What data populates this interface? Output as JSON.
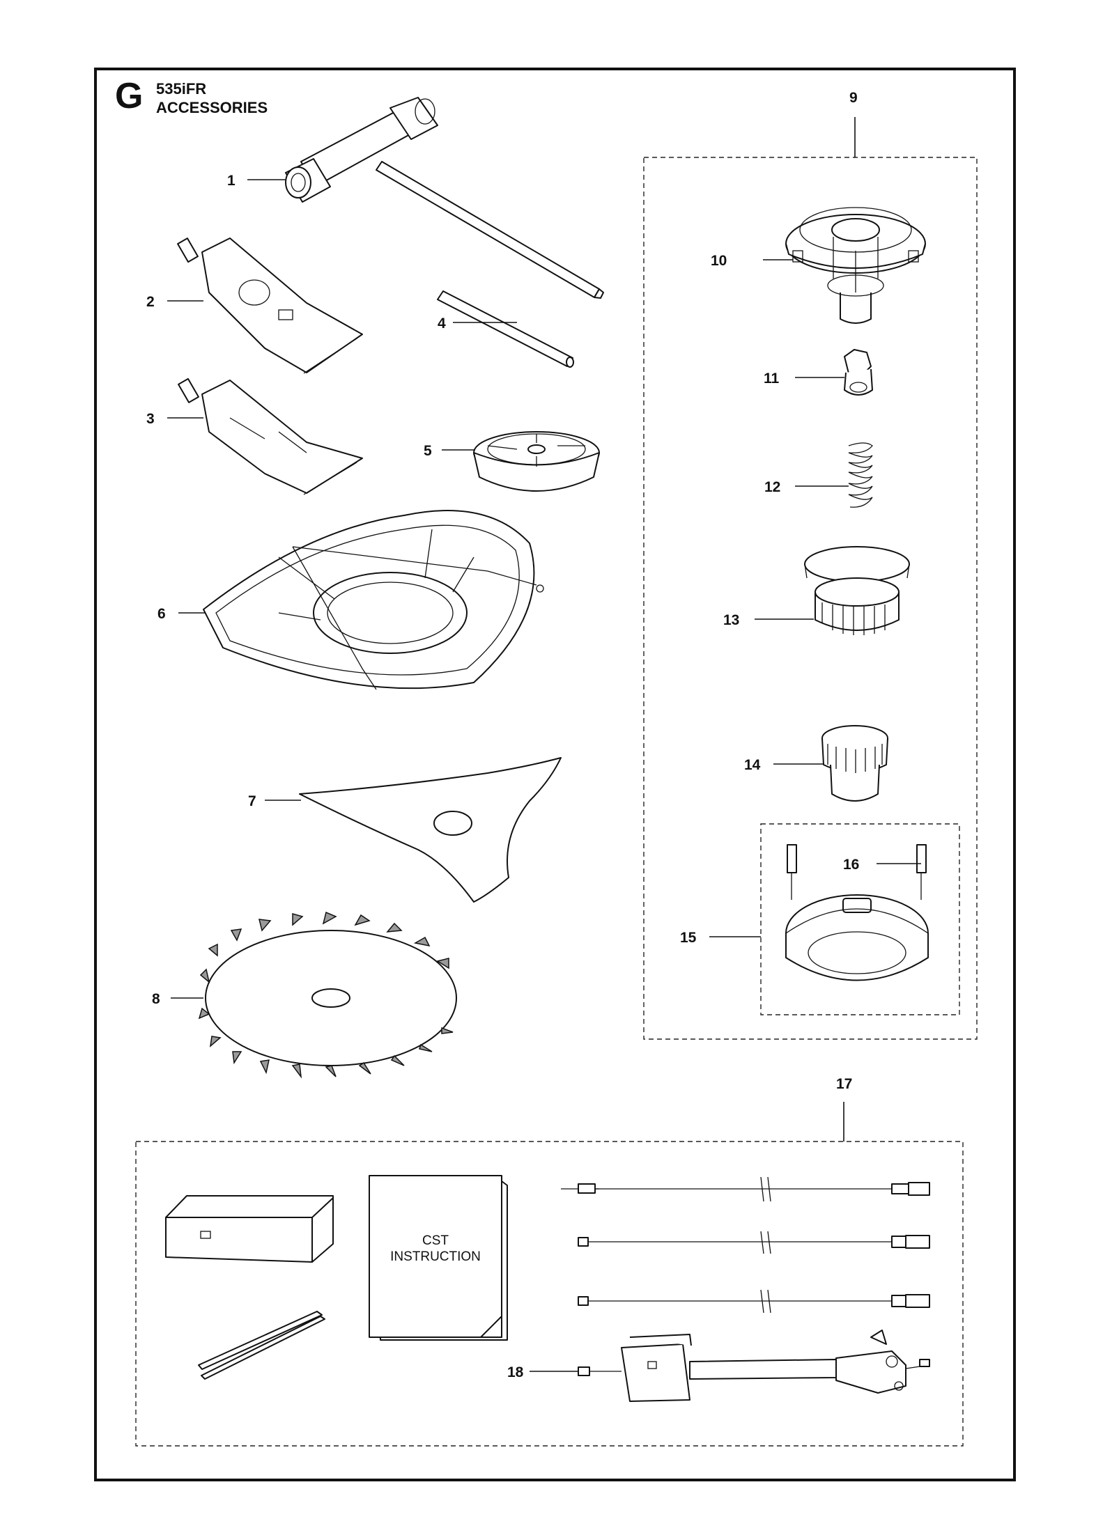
{
  "header": {
    "section_letter": "G",
    "model": "535iFR",
    "title": "ACCESSORIES"
  },
  "callouts": [
    "1",
    "2",
    "3",
    "4",
    "5",
    "6",
    "7",
    "8",
    "9",
    "10",
    "11",
    "12",
    "13",
    "14",
    "15",
    "16",
    "17",
    "18"
  ],
  "cst_book": {
    "line1": "CST",
    "line2": "INSTRUCTION"
  }
}
